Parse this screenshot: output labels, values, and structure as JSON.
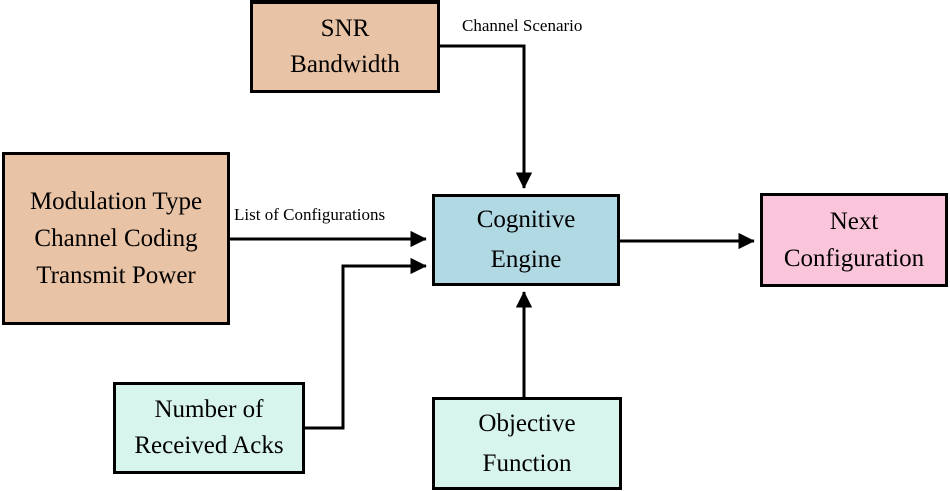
{
  "diagram": {
    "background_color": "#ffffff",
    "line_color": "#000000",
    "boxes": {
      "snr_bandwidth": {
        "line1": "SNR",
        "line2": "Bandwidth",
        "fill": "#e9c3a5"
      },
      "configuration_inputs": {
        "line1": "Modulation Type",
        "line2": "Channel Coding",
        "line3": "Transmit Power",
        "fill": "#e9c3a5"
      },
      "received_acks": {
        "line1": "Number of",
        "line2": "Received Acks",
        "fill": "#d7f5ed"
      },
      "cognitive_engine": {
        "line1": "Cognitive",
        "line2": "Engine",
        "fill": "#b0d9e3"
      },
      "objective_function": {
        "line1": "Objective",
        "line2": "Function",
        "fill": "#d7f5ed"
      },
      "next_configuration": {
        "line1": "Next",
        "line2": "Configuration",
        "fill": "#fac5da"
      }
    },
    "edge_labels": {
      "channel_scenario": "Channel Scenario",
      "list_of_configurations": "List of Configurations"
    }
  }
}
